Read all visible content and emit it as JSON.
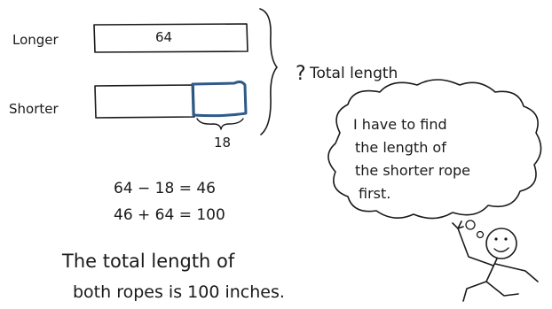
{
  "bars": {
    "longer_label": "Longer",
    "longer_value": "64",
    "shorter_label": "Shorter",
    "difference_value": "18"
  },
  "total": {
    "question_mark": "?",
    "label": "Total length"
  },
  "equations": {
    "step1": "64 − 18 = 46",
    "step2": "46 + 64 = 100"
  },
  "answer": {
    "line1": "The total length of",
    "line2": "both ropes is 100 inches."
  },
  "thought": {
    "line1": "I have to find",
    "line2": "the length of",
    "line3": "the shorter rope",
    "line4": "first."
  },
  "colors": {
    "ink": "#1a1a1a",
    "highlight": "#2f5a8a",
    "background": "#ffffff"
  }
}
